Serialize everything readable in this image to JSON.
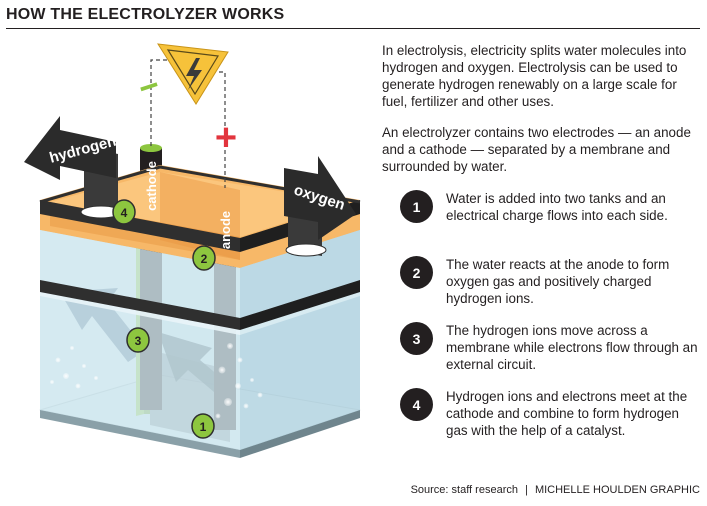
{
  "title": "HOW THE ELECTROLYZER WORKS",
  "intro": [
    "In electrolysis, electricity splits water molecules into hydrogen and oxygen. Electrolysis can be used to generate hydrogen renewably on a large scale for fuel, fertilizer and other uses.",
    "An electrolyzer contains two electrodes — an anode and a cathode — separated by a membrane and surrounded by water."
  ],
  "steps": [
    {
      "number": "1",
      "text": "Water is added into two tanks and an electrical charge flows into each side."
    },
    {
      "number": "2",
      "text": "The water reacts at the anode to form oxygen gas and positively charged hydrogen ions."
    },
    {
      "number": "3",
      "text": "The hydrogen ions move across a membrane while electrons flow through an external circuit."
    },
    {
      "number": "4",
      "text": "Hydrogen ions and electrons meet at the cathode and combine to form hydrogen gas with the help of a catalyst."
    }
  ],
  "diagram": {
    "hydrogen_label": "hydrogen",
    "oxygen_label": "oxygen",
    "cathode_label": "cathode",
    "anode_label": "anode",
    "minus_sign": "−",
    "plus_sign": "+",
    "markers": [
      "1",
      "2",
      "3",
      "4"
    ],
    "colors": {
      "water": "#cfe6ef",
      "tank_top": "#f7b868",
      "rim": "#2f2f2f",
      "membrane": "#8dc63f",
      "marker": "#8dc63f",
      "plus": "#e2343d",
      "minus": "#8dc63f",
      "warning": "#f6c23a"
    }
  },
  "source": {
    "credit": "Source: staff research",
    "separator": "|",
    "graphic": "MICHELLE HOULDEN GRAPHIC"
  }
}
